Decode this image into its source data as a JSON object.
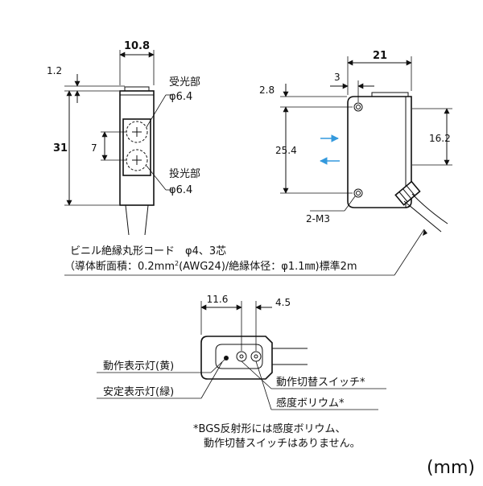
{
  "front_view": {
    "width_dim": "10.8",
    "top_offset_dim": "1.2",
    "height_dim": "31",
    "lens_pitch_dim": "7",
    "receiver_label": "受光部",
    "receiver_dia": "φ6.4",
    "emitter_label": "投光部",
    "emitter_dia": "φ6.4"
  },
  "side_view": {
    "depth_dim": "21",
    "hole_offset_x_dim": "3",
    "hole_offset_y_dim": "2.8",
    "hole_pitch_dim": "25.4",
    "optical_axis_dim": "16.2",
    "screw_label": "2-M3",
    "arrow_color": "#3399dd"
  },
  "cable_note": {
    "line1": "ビニル絶縁丸形コード　φ4、3芯",
    "line2_prefix": "（導体断面積：0.2mm",
    "line2_sup": "2",
    "line2_suffix": "(AWG24)/絶縁体径：φ1.1㎜)標準2m"
  },
  "top_view": {
    "dim_a": "11.6",
    "dim_b": "4.5",
    "operation_indicator": "動作表示灯(黄)",
    "stability_indicator": "安定表示灯(緑)",
    "mode_switch": "動作切替スイッチ*",
    "sensitivity_knob": "感度ボリウム*"
  },
  "footnote": {
    "line1": "*BGS反射形には感度ボリウム、",
    "line2": "動作切替スイッチはありません。"
  },
  "unit_label": "(mm)",
  "unit_color": "#888888"
}
